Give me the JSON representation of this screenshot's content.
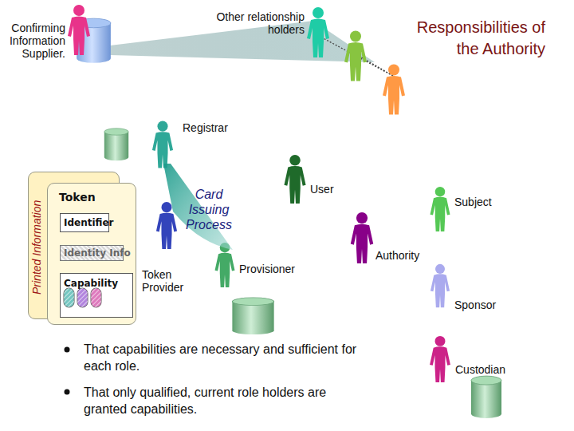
{
  "diagram": {
    "title": "Responsibilities of the Authority",
    "nodes": [
      {
        "text": [
          "Printed Information"
        ]
      },
      {
        "text": [
          "Token"
        ],
        "in": 0
      },
      {
        "text": [
          "Identifier"
        ],
        "in": 1
      },
      {
        "text": [
          "Identity Info"
        ],
        "in": 1
      },
      {
        "text": [
          "Capability"
        ],
        "in": 1
      },
      {
        "text": [
          "Card Issuing Process"
        ]
      }
    ],
    "labels": [
      "Confirming Information Supplier.",
      "Other relationship holders",
      "Registrar",
      "User",
      "Subject",
      "Token Provider",
      "Provisioner",
      "Authority",
      "Sponsor",
      "Custodian",
      "That capabilities are necessary and sufficient for each role.",
      "That only qualified, current role holders are granted capabilities."
    ]
  }
}
